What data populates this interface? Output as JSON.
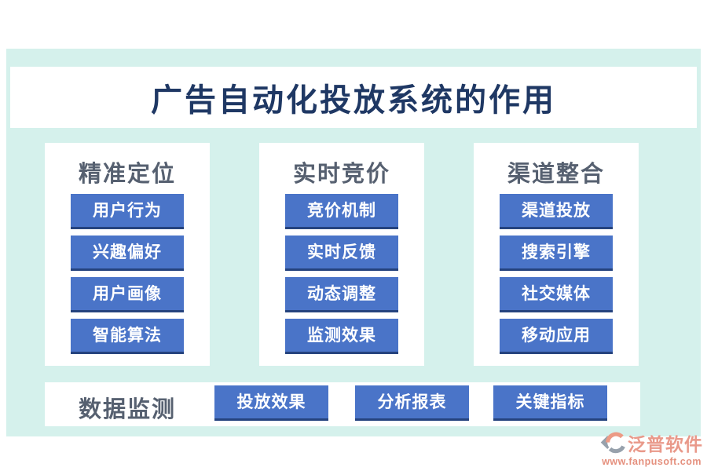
{
  "title": "广告自动化投放系统的作用",
  "columns": [
    {
      "header": "精准定位",
      "items": [
        "用户行为",
        "兴趣偏好",
        "用户画像",
        "智能算法"
      ]
    },
    {
      "header": "实时竞价",
      "items": [
        "竞价机制",
        "实时反馈",
        "动态调整",
        "监测效果"
      ]
    },
    {
      "header": "渠道整合",
      "items": [
        "渠道投放",
        "搜索引擎",
        "社交媒体",
        "移动应用"
      ]
    }
  ],
  "bottom": {
    "label": "数据监测",
    "items": [
      "投放效果",
      "分析报表",
      "关键指标"
    ]
  },
  "footer": {
    "brand": "泛普软件",
    "url": "www.fanpusoft.com"
  },
  "colors": {
    "background_mint": "#d5f1ec",
    "button_blue": "#4a74c8",
    "button_shadow_navy": "#25437e",
    "title_navy": "#1f3864",
    "header_gray_blue": "#566070",
    "brand_salmon": "#e9998a",
    "logo_gray": "#97a1ac"
  }
}
